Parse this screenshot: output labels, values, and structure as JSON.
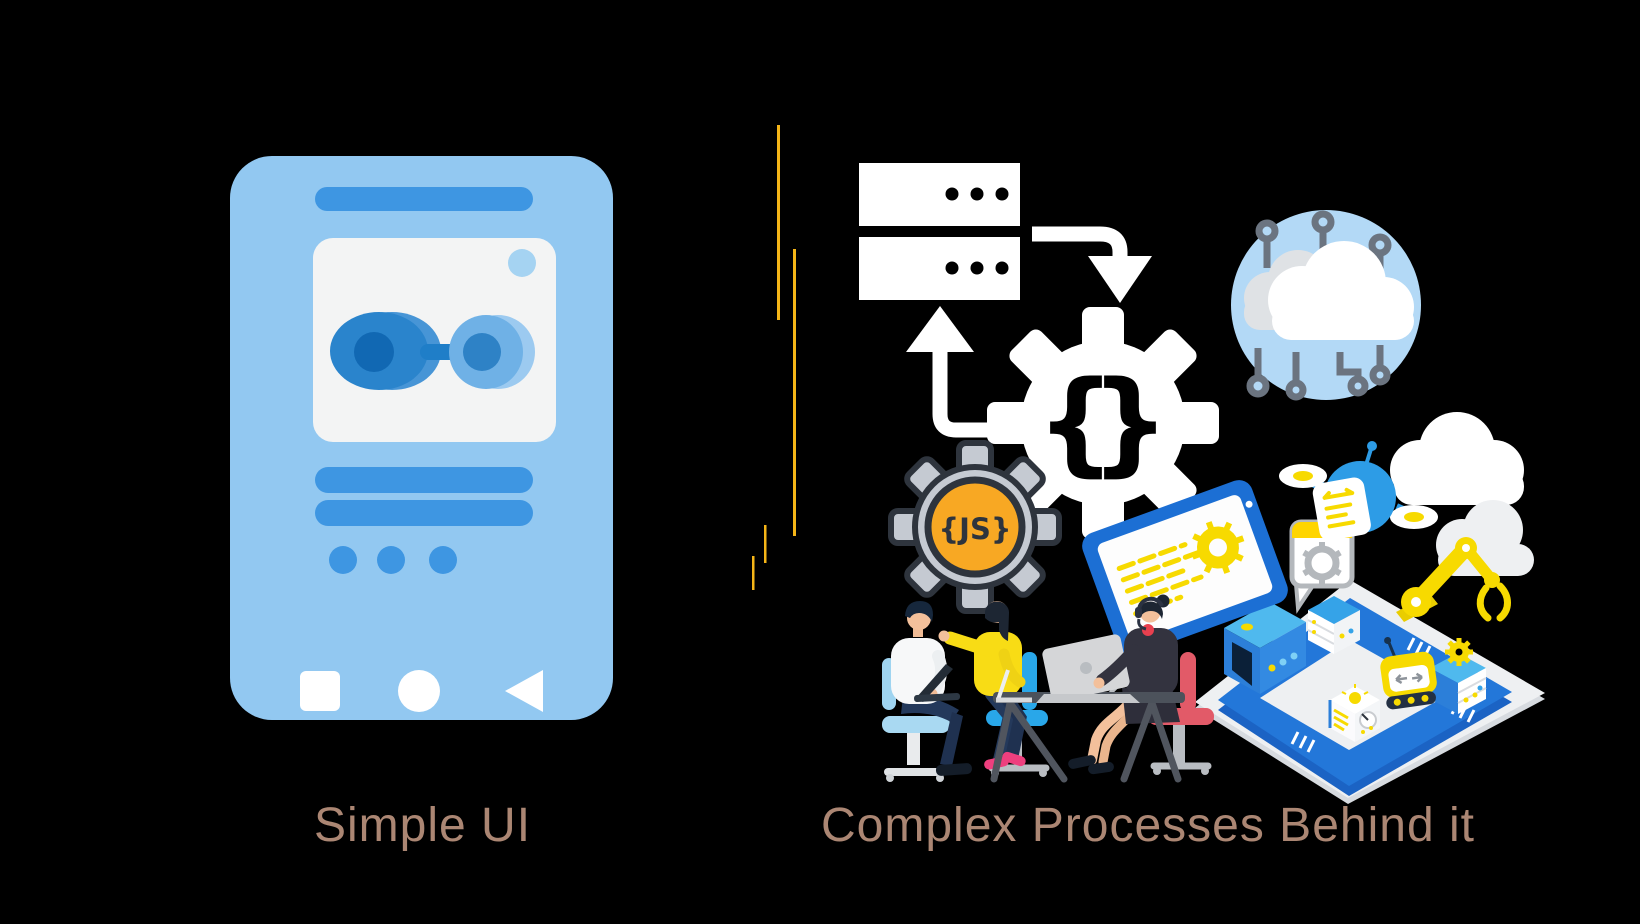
{
  "captions": {
    "left": "Simple UI",
    "right": "Complex Processes Behind it"
  },
  "badges": {
    "js_gear_label": "{JS}",
    "code_brace_left": "{",
    "code_brace_right": "}"
  },
  "colors": {
    "background": "#000000",
    "caption_text": "#ab8673",
    "divider_gold": "#f5b517",
    "phone_body": "#92c8f1",
    "phone_accent": "#3e96e2",
    "card_white": "#f3f4f4",
    "toggle_dark_blue": "#1168b3",
    "toggle_mid_blue": "#2a84cc",
    "toggle_light_blue": "#79b7e9",
    "js_orange": "#f8a823",
    "gear_gray": "#c5cad2",
    "outline_dark": "#2e343d",
    "cloud_disc_blue": "#b3d9f6",
    "circuit_gray": "#6b7480",
    "drone_blue": "#2d9ce6",
    "accent_yellow": "#f7da00",
    "platform_blue": "#2377d9",
    "platform_pale": "#eef0f2",
    "desk_gray": "#4c525b",
    "chair_blue": "#29a7e9",
    "chair_light_blue": "#a9d9f2",
    "chair_red": "#e25a68",
    "sweater_yellow": "#f8dc15",
    "jeans_navy": "#24395b",
    "skin": "#f3c09b",
    "shoe_pink": "#ee3f7e"
  },
  "icons": [
    "smartphone-mockup",
    "toggle-slider",
    "server-stack-icon",
    "arrow-down-icon",
    "arrow-up-icon",
    "code-gear-icon",
    "js-gear-icon",
    "cloud-circuit-icon",
    "drone-bot-icon",
    "monitor-code-icon",
    "speech-bubble-gear-icon",
    "automation-platform",
    "robot-arm-icon",
    "tank-robot-icon",
    "team-desk",
    "cloud-icon",
    "office-chair"
  ]
}
